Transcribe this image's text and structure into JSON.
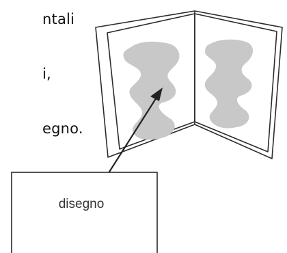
{
  "text_fragments": [
    {
      "text": "ntali"
    },
    {
      "text": "i,"
    },
    {
      "text": "egno."
    }
  ],
  "illustration": {
    "callout_label": "disegno",
    "stroke_color": "#2b2b2b",
    "blob_color": "#c8c8c8"
  }
}
